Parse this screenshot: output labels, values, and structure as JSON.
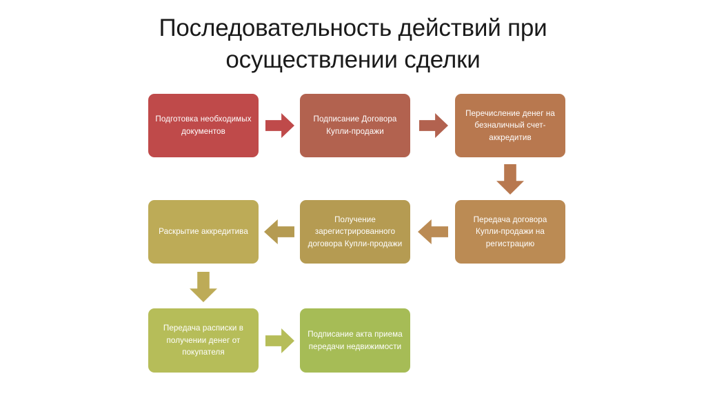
{
  "slide": {
    "title": "Последовательность действий при осуществлении сделки",
    "background": "#ffffff"
  },
  "diagram": {
    "type": "flowchart",
    "direction": "boustrophedon",
    "nodes": [
      {
        "id": "step-1",
        "order": 1,
        "label": "Подготовка необходимых документов",
        "color": "#bf4a4a",
        "row": 1,
        "column": 1
      },
      {
        "id": "step-2",
        "order": 2,
        "label": "Подписание Договора Купли-продажи",
        "color": "#b2624f",
        "row": 1,
        "column": 2
      },
      {
        "id": "step-3",
        "order": 3,
        "label": "Перечисление денег на безналичный счет-аккредитив",
        "color": "#b8784f",
        "row": 1,
        "column": 3
      },
      {
        "id": "step-4",
        "order": 4,
        "label": "Передача договора Купли-продажи на регистрацию",
        "color": "#bb8b54",
        "row": 2,
        "column": 3
      },
      {
        "id": "step-5",
        "order": 5,
        "label": "Получение зарегистрированного договора Купли-продажи",
        "color": "#b59b52",
        "row": 2,
        "column": 2
      },
      {
        "id": "step-6",
        "order": 6,
        "label": "Раскрытие аккредитива",
        "color": "#bdab57",
        "row": 2,
        "column": 1
      },
      {
        "id": "step-7",
        "order": 7,
        "label": "Передача расписки в получении денег от покупателя",
        "color": "#b6bd59",
        "row": 3,
        "column": 1
      },
      {
        "id": "step-8",
        "order": 8,
        "label": "Подписание акта приема передачи недвижимости",
        "color": "#a6bc56",
        "row": 3,
        "column": 2
      }
    ],
    "connectors": [
      {
        "id": "arrow-1-2",
        "from": "step-1",
        "to": "step-2",
        "direction": "right",
        "color": "#bf4a4a"
      },
      {
        "id": "arrow-2-3",
        "from": "step-2",
        "to": "step-3",
        "direction": "right",
        "color": "#b2624f"
      },
      {
        "id": "arrow-3-4",
        "from": "step-3",
        "to": "step-4",
        "direction": "down",
        "color": "#b8784f"
      },
      {
        "id": "arrow-4-5",
        "from": "step-4",
        "to": "step-5",
        "direction": "left",
        "color": "#bb8b54"
      },
      {
        "id": "arrow-5-6",
        "from": "step-5",
        "to": "step-6",
        "direction": "left",
        "color": "#b59b52"
      },
      {
        "id": "arrow-6-7",
        "from": "step-6",
        "to": "step-7",
        "direction": "down",
        "color": "#bdab57"
      },
      {
        "id": "arrow-7-8",
        "from": "step-7",
        "to": "step-8",
        "direction": "right",
        "color": "#b6bd59"
      }
    ]
  }
}
